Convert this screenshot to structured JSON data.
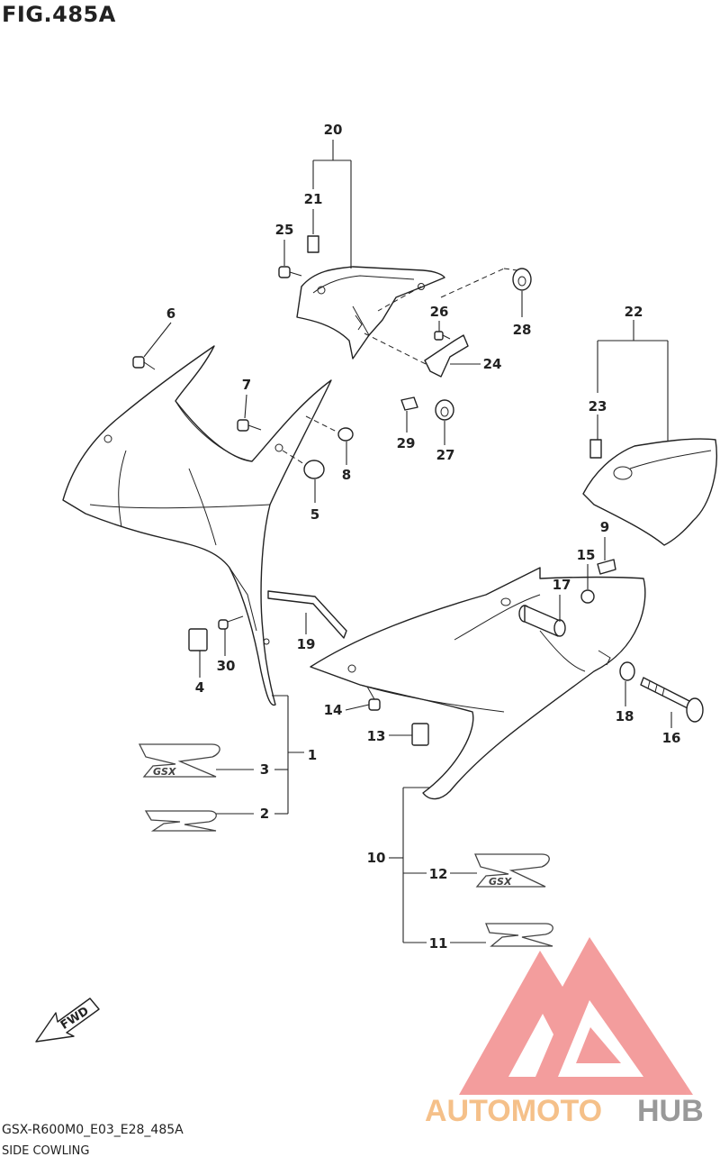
{
  "figure": {
    "title": "FIG.485A",
    "code": "GSX-R600M0_E03_E28_485A",
    "subtitle": "SIDE COWLING"
  },
  "callouts": [
    "1",
    "2",
    "3",
    "4",
    "5",
    "6",
    "7",
    "8",
    "9",
    "10",
    "11",
    "12",
    "13",
    "14",
    "15",
    "16",
    "17",
    "18",
    "19",
    "20",
    "21",
    "22",
    "23",
    "24",
    "25",
    "26",
    "27",
    "28",
    "29",
    "30"
  ],
  "fwd": {
    "label": "FWD"
  },
  "watermark": {
    "brand_a": "AUTOMOTO",
    "brand_b": "HUB",
    "color_a": "#f5c089",
    "color_b": "#999999",
    "logo_color": "#e85555"
  },
  "emblems": {
    "gsx": "GSX"
  }
}
